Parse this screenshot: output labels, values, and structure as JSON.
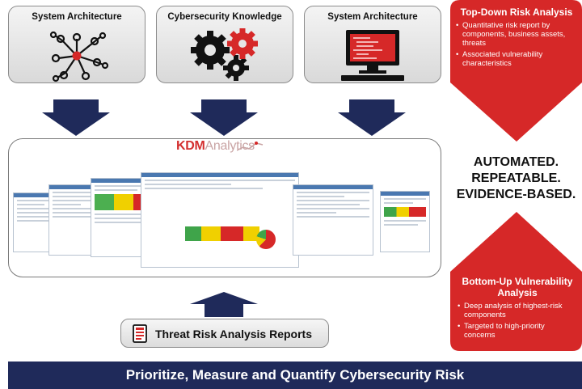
{
  "inputs": [
    {
      "title": "System Architecture",
      "icon": "network-graph-icon"
    },
    {
      "title": "Cybersecurity Knowledge",
      "icon": "gears-icon"
    },
    {
      "title": "System Architecture",
      "icon": "computer-code-icon"
    }
  ],
  "platform": {
    "logo_kdm": "KDM",
    "logo_analytics": "Analytics"
  },
  "reports": {
    "label": "Threat Risk Analysis Reports",
    "icon": "document-icon"
  },
  "top_down": {
    "heading": "Top-Down Risk Analysis",
    "bullets": [
      "Quantitative risk report by components, business assets, threats",
      "Associated vulnerability characteristics"
    ]
  },
  "center_tagline": [
    "AUTOMATED.",
    "REPEATABLE.",
    "EVIDENCE-BASED."
  ],
  "bottom_up": {
    "heading": "Bottom-Up Vulnerability Analysis",
    "bullets": [
      "Deep analysis of highest-risk components",
      "Targeted to high-priority concerns"
    ]
  },
  "banner": "Prioritize, Measure and Quantify Cybersecurity Risk",
  "colors": {
    "accent_red": "#d62828",
    "navy": "#1f2a5a",
    "arrow": "#1f2a5a"
  }
}
